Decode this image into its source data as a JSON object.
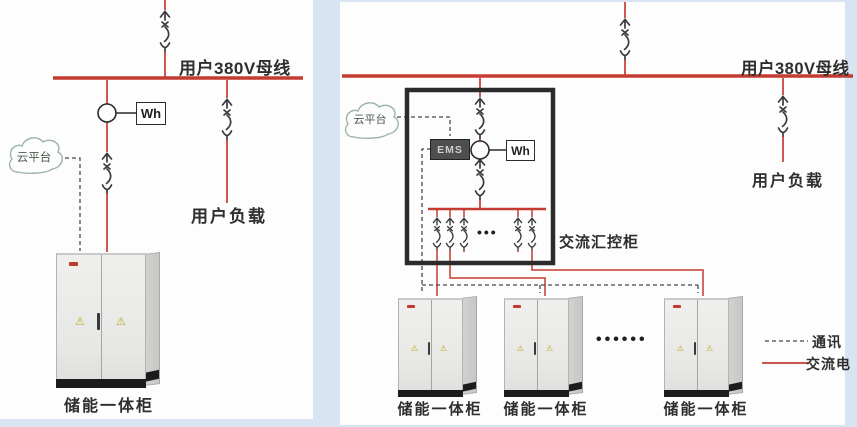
{
  "left": {
    "busbar_label": "用户380V母线",
    "meter_label": "Wh",
    "cloud_label": "云平台",
    "load_label": "用户负载",
    "cabinet_label": "储能一体柜"
  },
  "right": {
    "busbar_label": "用户380V母线",
    "load_label": "用户负载",
    "cloud_label": "云平台",
    "ems_label": "EMS",
    "meter_label": "Wh",
    "ac_box_label": "交流汇控柜",
    "branch_dots": "•••",
    "cabinet_dots": "••••••",
    "cabinets": [
      {
        "label": "储能一体柜"
      },
      {
        "label": "储能一体柜"
      },
      {
        "label": "储能一体柜"
      }
    ]
  },
  "legend": {
    "comm_label": "通讯",
    "ac_label": "交流电"
  },
  "icons": {
    "warning": "⚠"
  },
  "colors": {
    "page_bg": "#d9e4f3",
    "panel_bg": "#fdfdfd",
    "ac_line": "#c43b31",
    "comm_line": "#4a4a4a",
    "box_border": "#2b2b2b"
  }
}
